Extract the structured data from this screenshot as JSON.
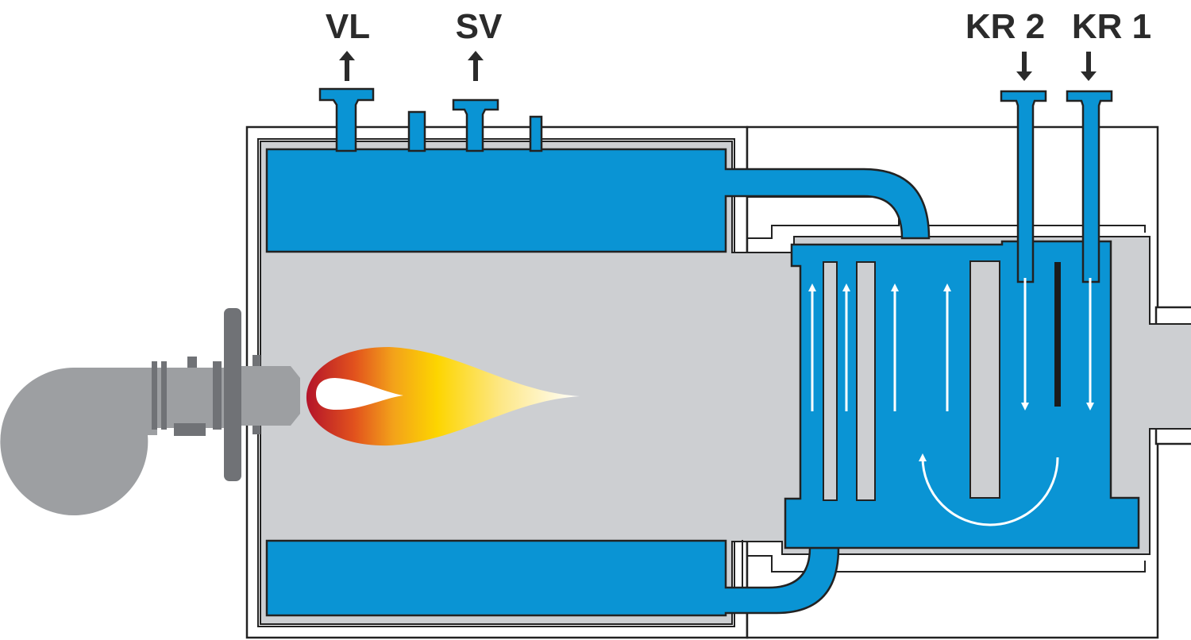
{
  "diagram": {
    "labels": {
      "vl": "VL",
      "sv": "SV",
      "kr2": "KR 2",
      "kr1": "KR 1"
    },
    "colors": {
      "water": "#0a94d4",
      "gas": "#cdcfd2",
      "casing": "#ffffff",
      "outline": "#222222",
      "burner": "#9d9fa2",
      "burner_dark": "#707276",
      "flame_hot": "#b3122a",
      "flame_mid": "#f39a1a",
      "flame_cool": "#fdd500",
      "arrow_flow": "#ffffff",
      "label": "#2b2b2b"
    }
  }
}
